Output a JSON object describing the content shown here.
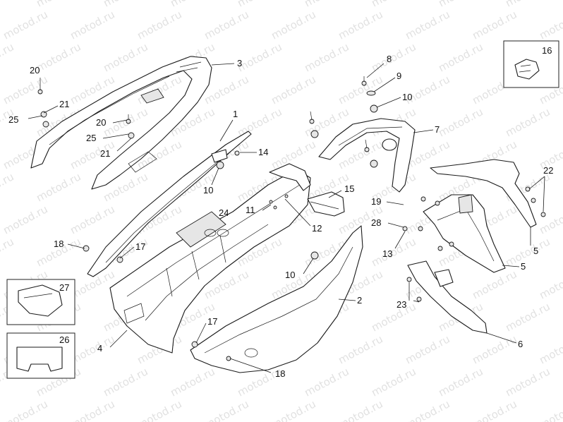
{
  "watermark": {
    "text": "motod.ru",
    "color": "#cfcfcf"
  },
  "callouts": [
    {
      "id": "c20a",
      "label": "20"
    },
    {
      "id": "c21a",
      "label": "21"
    },
    {
      "id": "c25a",
      "label": "25"
    },
    {
      "id": "c20b",
      "label": "20"
    },
    {
      "id": "c25b",
      "label": "25"
    },
    {
      "id": "c21b",
      "label": "21"
    },
    {
      "id": "c3",
      "label": "3"
    },
    {
      "id": "c1",
      "label": "1"
    },
    {
      "id": "c14",
      "label": "14"
    },
    {
      "id": "c10a",
      "label": "10"
    },
    {
      "id": "c24",
      "label": "24"
    },
    {
      "id": "c11",
      "label": "11"
    },
    {
      "id": "c12",
      "label": "12"
    },
    {
      "id": "c15",
      "label": "15"
    },
    {
      "id": "c18a",
      "label": "18"
    },
    {
      "id": "c17a",
      "label": "17"
    },
    {
      "id": "c27",
      "label": "27"
    },
    {
      "id": "c26",
      "label": "26"
    },
    {
      "id": "c4",
      "label": "4"
    },
    {
      "id": "c17b",
      "label": "17"
    },
    {
      "id": "c18b",
      "label": "18"
    },
    {
      "id": "c10b",
      "label": "10"
    },
    {
      "id": "c2",
      "label": "2"
    },
    {
      "id": "c8",
      "label": "8"
    },
    {
      "id": "c9",
      "label": "9"
    },
    {
      "id": "c10c",
      "label": "10"
    },
    {
      "id": "c7",
      "label": "7"
    },
    {
      "id": "c16",
      "label": "16"
    },
    {
      "id": "c22",
      "label": "22"
    },
    {
      "id": "c19",
      "label": "19"
    },
    {
      "id": "c28",
      "label": "28"
    },
    {
      "id": "c13",
      "label": "13"
    },
    {
      "id": "c5a",
      "label": "5"
    },
    {
      "id": "c5b",
      "label": "5"
    },
    {
      "id": "c23",
      "label": "23"
    },
    {
      "id": "c6",
      "label": "6"
    }
  ]
}
